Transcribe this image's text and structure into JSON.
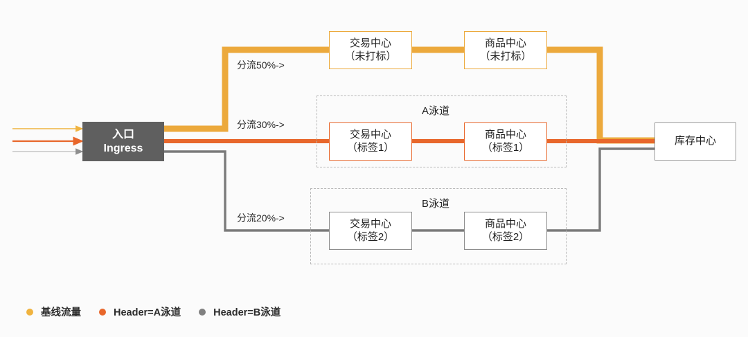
{
  "diagram": {
    "title": "Traffic routing swimlane diagram",
    "background": "#FBFBFB",
    "colors": {
      "baseline": "#ECA93C",
      "lane_a": "#E8672B",
      "lane_b": "#7A7A7A",
      "ingress_fill": "#5F5F5F",
      "lane_border": "#B7B7B7",
      "node_plain_border": "#9A9A9A"
    }
  },
  "nodes": {
    "ingress": {
      "line1": "入口",
      "line2": "Ingress"
    },
    "trade_untagged": {
      "line1": "交易中心",
      "line2": "（未打标）"
    },
    "product_untagged": {
      "line1": "商品中心",
      "line2": "（未打标）"
    },
    "trade_tag1": {
      "line1": "交易中心",
      "line2": "（标签1）"
    },
    "product_tag1": {
      "line1": "商品中心",
      "line2": "（标签1）"
    },
    "trade_tag2": {
      "line1": "交易中心",
      "line2": "（标签2）"
    },
    "product_tag2": {
      "line1": "商品中心",
      "line2": "（标签2）"
    },
    "inventory": {
      "line1": "库存中心",
      "line2": ""
    }
  },
  "lanes": {
    "lane_a_title": "A泳道",
    "lane_b_title": "B泳道"
  },
  "edge_labels": {
    "split_50": "分流50%->",
    "split_30": "分流30%->",
    "split_20": "分流20%->"
  },
  "legend": {
    "items": [
      {
        "label": "基线流量",
        "color": "#F0B33F"
      },
      {
        "label": "Header=A泳道",
        "color": "#E8672B"
      },
      {
        "label": "Header=B泳道",
        "color": "#808080"
      }
    ]
  }
}
